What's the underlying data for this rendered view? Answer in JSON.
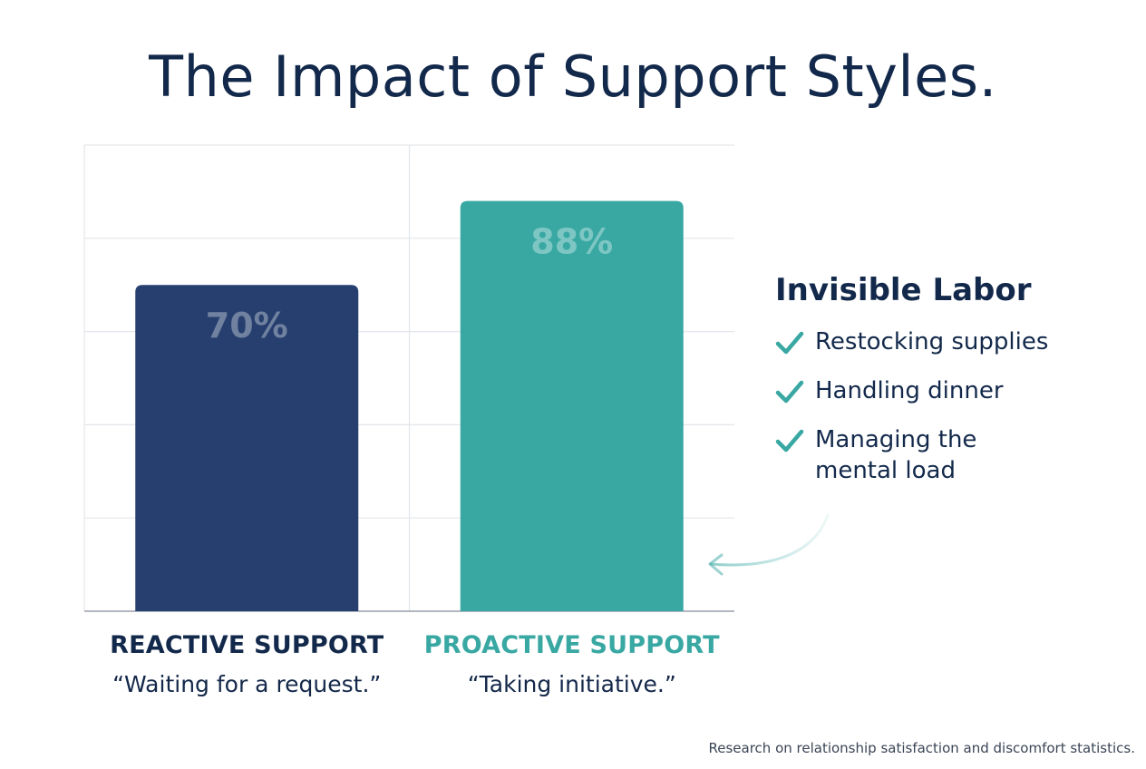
{
  "title": "The Impact of Support Styles.",
  "chart_data": {
    "type": "bar",
    "categories": [
      "REACTIVE SUPPORT",
      "PROACTIVE SUPPORT"
    ],
    "captions": [
      "“Waiting for a request.”",
      "“Taking initiative.”"
    ],
    "values": [
      70,
      88
    ],
    "value_labels": [
      "70%",
      "88%"
    ],
    "ylim": [
      0,
      100
    ],
    "grid": true,
    "colors": [
      "#263f6e",
      "#39a8a3"
    ],
    "label_colors": [
      "#13294b",
      "#39a8a3"
    ]
  },
  "panel": {
    "title": "Invisible Labor",
    "items": [
      "Restocking supplies",
      "Handling dinner",
      "Managing the mental load"
    ],
    "check_color": "#39a8a3",
    "icon": "check-icon"
  },
  "footnote": "Research on relationship satisfaction and discomfort statistics."
}
